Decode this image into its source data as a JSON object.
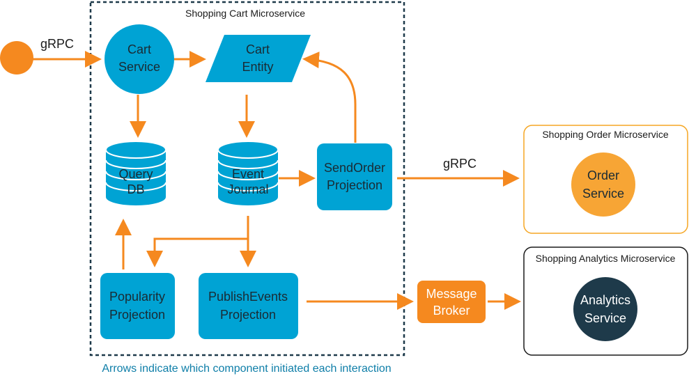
{
  "colors": {
    "blue": "#00a3d4",
    "orange": "#f5891f",
    "dark": "#1e3a4a",
    "text_dark": "#1a2b34",
    "caption": "#0e7ea8"
  },
  "groups": {
    "cart_ms": "Shopping Cart Microservice",
    "order_ms": "Shopping Order Microservice",
    "analytics_ms": "Shopping Analytics Microservice"
  },
  "nodes": {
    "cart_service": [
      "Cart",
      "Service"
    ],
    "cart_entity": [
      "Cart",
      "Entity"
    ],
    "query_db": [
      "Query",
      "DB"
    ],
    "event_journal": [
      "Event",
      "Journal"
    ],
    "sendorder_projection": [
      "SendOrder",
      "Projection"
    ],
    "popularity_projection": [
      "Popularity",
      "Projection"
    ],
    "publishevents_projection": [
      "PublishEvents",
      "Projection"
    ],
    "message_broker": [
      "Message",
      "Broker"
    ],
    "order_service": [
      "Order",
      "Service"
    ],
    "analytics_service": [
      "Analytics",
      "Service"
    ]
  },
  "edge_labels": {
    "external_to_cart": "gRPC",
    "sendorder_to_order": "gRPC"
  },
  "caption": "Arrows indicate which component initiated each interaction"
}
